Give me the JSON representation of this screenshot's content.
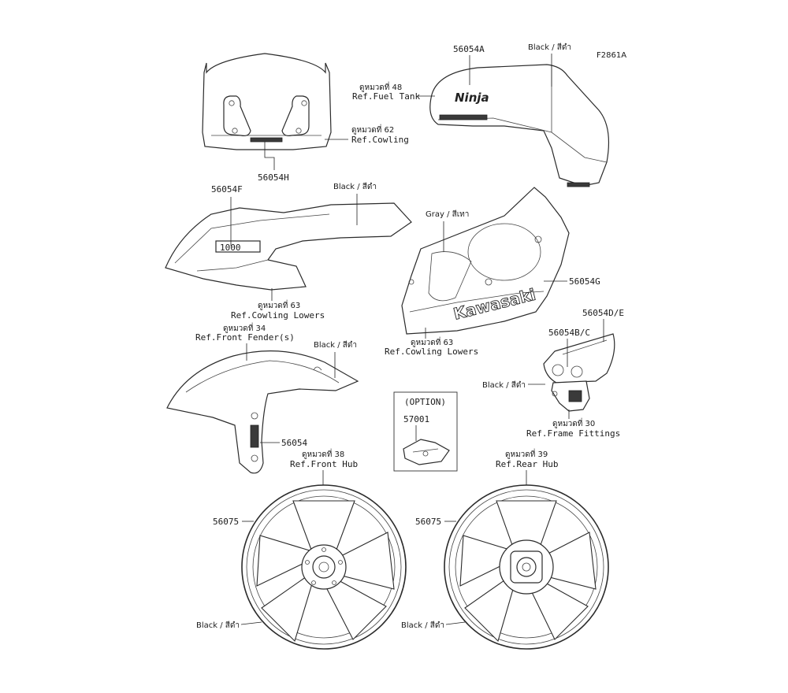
{
  "figure_code": "F2861A",
  "parts": {
    "windshield": {
      "part_no": "56054H",
      "ref_thai": "ดูหมวดที่ 62",
      "ref": "Ref.Cowling"
    },
    "fuel_tank": {
      "part_no": "56054A",
      "color": "Black / สีดำ",
      "ref_thai": "ดูหมวดที่ 48",
      "ref": "Ref.Fuel Tank",
      "decal_text": "Ninja"
    },
    "upper_cowling": {
      "part_no": "56054F",
      "color": "Black / สีดำ",
      "ref_thai": "ดูหมวดที่ 63",
      "ref": "Ref.Cowling Lowers",
      "decal_text": "1000"
    },
    "lower_cowling": {
      "part_no": "56054G",
      "color": "Gray / สีเทา",
      "ref_thai": "ดูหมวดที่ 63",
      "ref": "Ref.Cowling Lowers",
      "decal_text": "Kawasaki"
    },
    "front_fender": {
      "part_no": "56054",
      "color": "Black / สีดำ",
      "ref_thai": "ดูหมวดที่ 34",
      "ref": "Ref.Front Fender(s)"
    },
    "frame_fittings": {
      "part_no_a": "56054D/E",
      "part_no_b": "56054B/C",
      "color": "Black / สีดำ",
      "ref_thai": "ดูหมวดที่ 30",
      "ref": "Ref.Frame Fittings"
    },
    "option_box": {
      "title": "(OPTION)",
      "part_no": "57001"
    },
    "front_wheel": {
      "part_no": "56075",
      "color": "Black / สีดำ",
      "ref_thai": "ดูหมวดที่ 38",
      "ref": "Ref.Front Hub"
    },
    "rear_wheel": {
      "part_no": "56075",
      "color": "Black / สีดำ",
      "ref_thai": "ดูหมวดที่ 39",
      "ref": "Ref.Rear Hub"
    }
  }
}
